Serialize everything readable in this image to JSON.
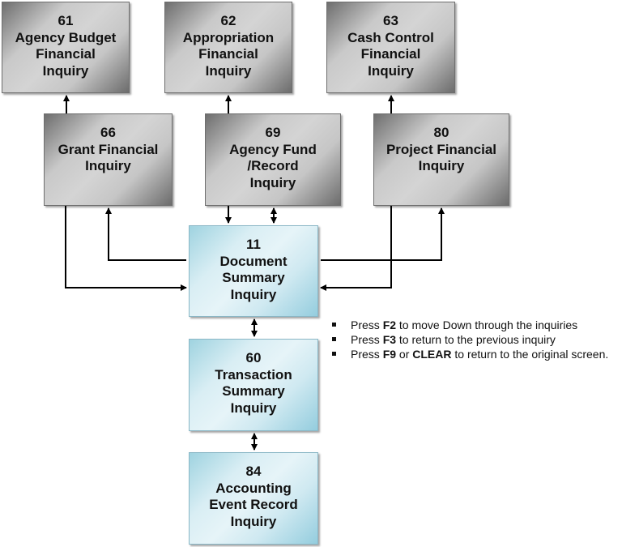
{
  "diagram": {
    "nodes": [
      {
        "id": "61",
        "lines": [
          "61",
          "Agency Budget",
          "Financial",
          "Inquiry"
        ],
        "style": "gray"
      },
      {
        "id": "62",
        "lines": [
          "62",
          "Appropriation",
          "Financial",
          "Inquiry"
        ],
        "style": "gray"
      },
      {
        "id": "63",
        "lines": [
          "63",
          "Cash Control",
          "Financial",
          "Inquiry"
        ],
        "style": "gray"
      },
      {
        "id": "66",
        "lines": [
          "66",
          "Grant Financial",
          "Inquiry"
        ],
        "style": "gray"
      },
      {
        "id": "69",
        "lines": [
          "69",
          "Agency Fund",
          "/Record",
          "Inquiry"
        ],
        "style": "gray"
      },
      {
        "id": "80",
        "lines": [
          "80",
          "Project Financial",
          "Inquiry"
        ],
        "style": "gray"
      },
      {
        "id": "11",
        "lines": [
          "11",
          "Document",
          "Summary",
          "Inquiry"
        ],
        "style": "blue"
      },
      {
        "id": "60",
        "lines": [
          "60",
          "Transaction",
          "Summary",
          "Inquiry"
        ],
        "style": "blue"
      },
      {
        "id": "84",
        "lines": [
          "84",
          "Accounting",
          "Event Record",
          "Inquiry"
        ],
        "style": "blue"
      }
    ],
    "edges": [
      {
        "from": "66",
        "to": "61",
        "type": "one-way"
      },
      {
        "from": "69",
        "to": "62",
        "type": "one-way"
      },
      {
        "from": "80",
        "to": "63",
        "type": "one-way"
      },
      {
        "from": "66",
        "to": "11",
        "type": "one-way"
      },
      {
        "from": "11",
        "to": "66",
        "type": "one-way"
      },
      {
        "from": "69",
        "to": "11",
        "type": "one-way"
      },
      {
        "from": "69",
        "to": "11",
        "type": "two-way"
      },
      {
        "from": "80",
        "to": "11",
        "type": "one-way"
      },
      {
        "from": "11",
        "to": "80",
        "type": "one-way"
      },
      {
        "from": "11",
        "to": "60",
        "type": "two-way"
      },
      {
        "from": "60",
        "to": "84",
        "type": "two-way"
      }
    ]
  },
  "notes": [
    {
      "prefix": "Press ",
      "key": "F2",
      "middle": "",
      "key2": "",
      "suffix": " to move Down through the inquiries"
    },
    {
      "prefix": "Press ",
      "key": "F3",
      "middle": "",
      "key2": "",
      "suffix": " to return to the previous inquiry"
    },
    {
      "prefix": "Press ",
      "key": "F9",
      "middle": " or ",
      "key2": "CLEAR",
      "suffix": " to return to the original screen."
    }
  ],
  "colors": {
    "connector": "#000000",
    "gray_box": "#c9c9c9",
    "blue_box": "#d9eef4"
  }
}
